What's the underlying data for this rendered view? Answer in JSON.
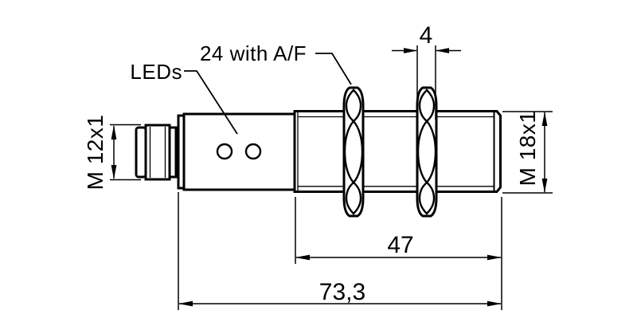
{
  "page": {
    "background_color": "#ffffff",
    "line_color": "#000000"
  },
  "drawing": {
    "labels": {
      "leds": "LEDs",
      "wrench_size": "24 with A/F",
      "connector_thread": "M 12x1",
      "housing_thread": "M 18x1"
    },
    "dimensions": {
      "nut_width": "4",
      "thread_length": "47",
      "overall_length": "73,3"
    }
  }
}
